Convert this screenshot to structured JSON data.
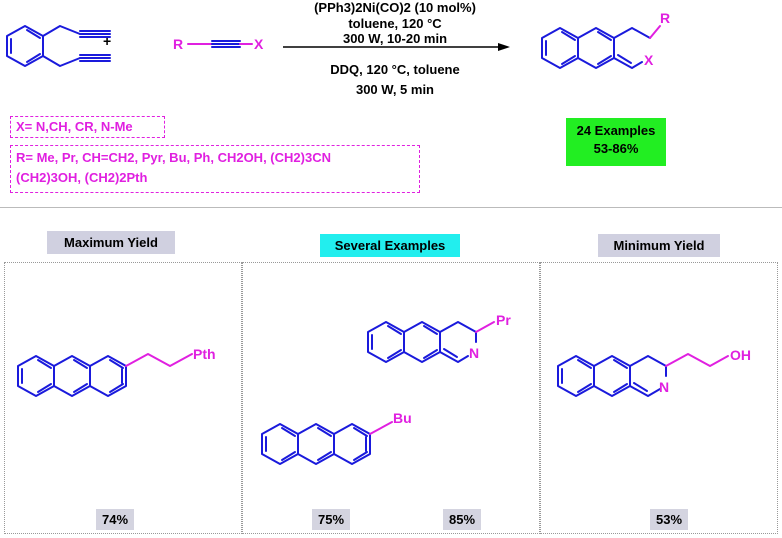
{
  "reaction": {
    "reagent_r": "R",
    "reagent_x": "X",
    "plus": "+",
    "product_r": "R",
    "product_x": "X",
    "conditions_line1": "(PPh3)2Ni(CO)2 (10 mol%)",
    "conditions_line2": "toluene, 120 °C",
    "conditions_line3": "300 W, 10-20 min",
    "conditions_line4": "DDQ, 120 °C, toluene",
    "conditions_line5": "300 W, 5 min"
  },
  "scope": {
    "x_line": "X= N,CH, CR, N-Me",
    "r_line1": "R= Me, Pr, CH=CH2, Pyr, Bu, Ph, CH2OH, (CH2)3CN",
    "r_line2": "(CH2)3OH, (CH2)2Pth"
  },
  "summary": {
    "examples": "24 Examples",
    "yield_range": "53-86%"
  },
  "panels": {
    "max_label": "Maximum Yield",
    "several_label": "Several Examples",
    "min_label": "Minimum Yield"
  },
  "structures": {
    "pth_label": "Pth",
    "pr_label": "Pr",
    "n_label": "N",
    "bu_label": "Bu",
    "oh_label": "OH",
    "n2_label": "N"
  },
  "yields": {
    "y1": "74%",
    "y2": "75%",
    "y3": "85%",
    "y4": "53%"
  },
  "colors": {
    "bond": "#1a1adc",
    "accent": "#e020e0",
    "green": "#22ee22",
    "cyan": "#22eeee",
    "label_bg": "#d0d0e0"
  }
}
